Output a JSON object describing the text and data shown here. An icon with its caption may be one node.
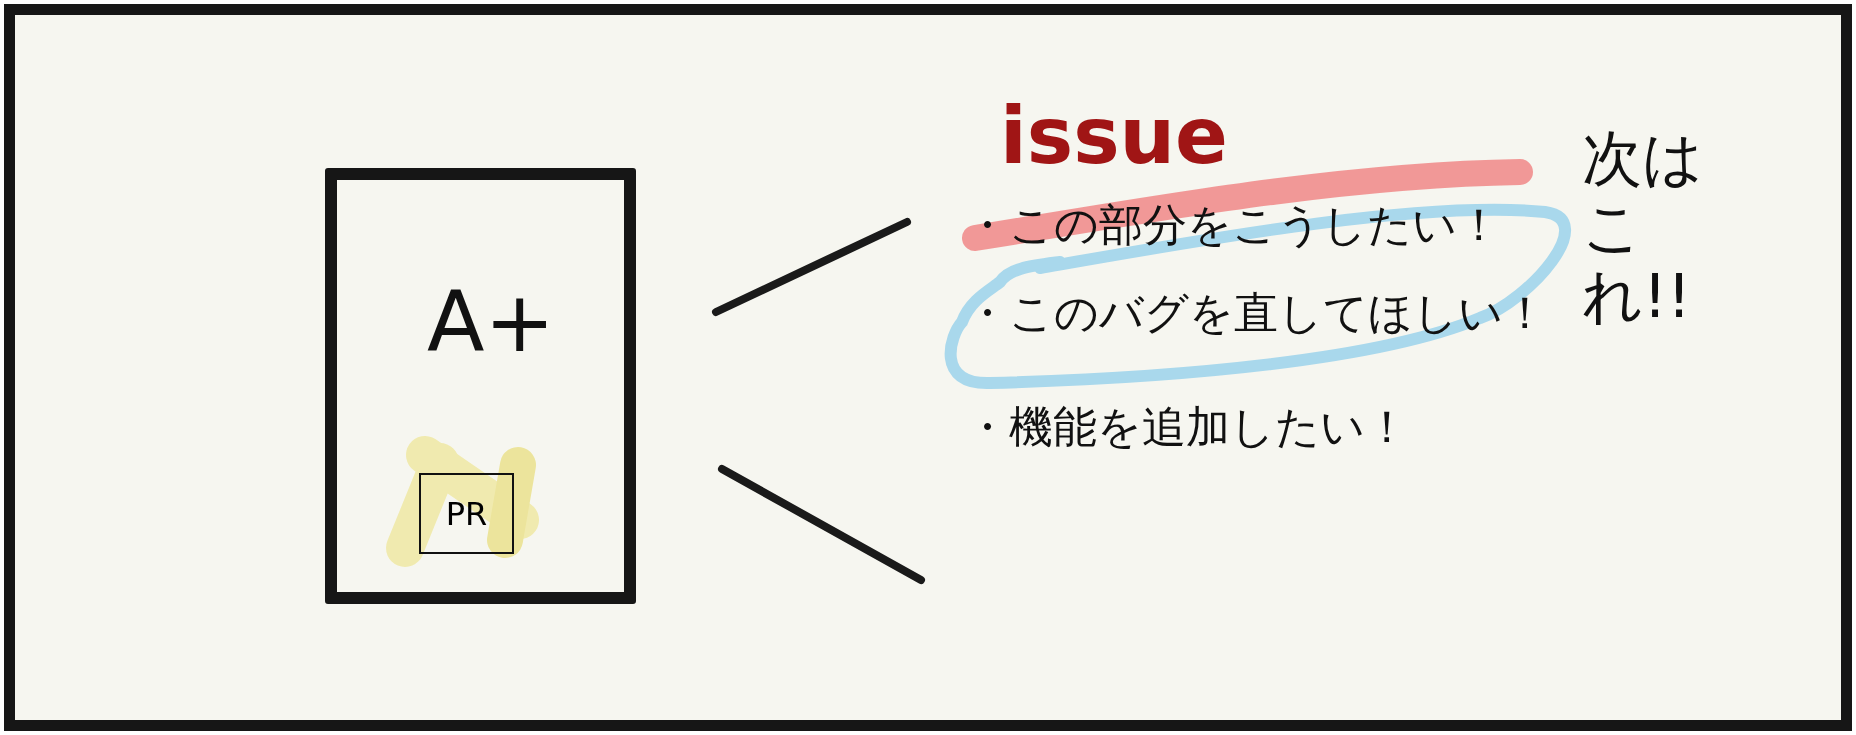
{
  "diagram": {
    "nodes": [
      {
        "text": [
          "A+"
        ]
      },
      {
        "text": [
          "PR"
        ],
        "in": 0
      }
    ],
    "labels": [
      "issue",
      "・この部分をこうしたい！",
      "・このバグを直してほしい！",
      "・機能を追加したい！",
      "次はこれ!!"
    ]
  }
}
